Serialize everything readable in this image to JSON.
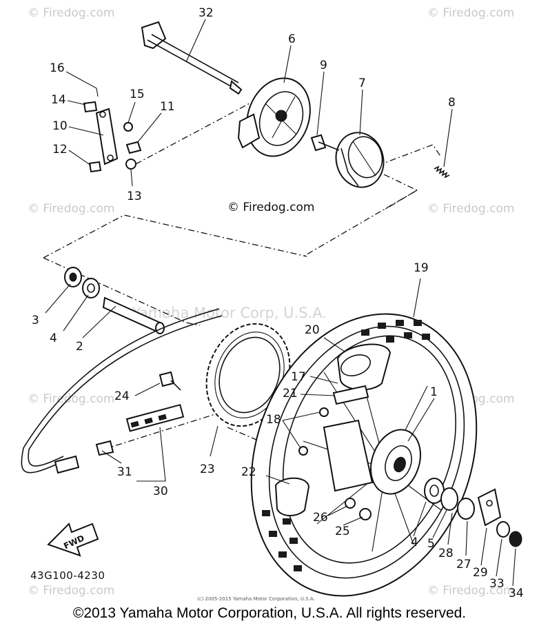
{
  "watermarks": {
    "site_corner": "© Firedog.com",
    "site_center": "© Firedog.com",
    "manufacturer": "Yamaha Motor Corp, U.S.A.",
    "small_copyright": "(c) 2005-2015 Yamaha Motor Corporation, U.S.A."
  },
  "part_code": "43G100-4230",
  "fwd_label": "FWD",
  "callouts": [
    "1",
    "2",
    "3",
    "4",
    "5",
    "6",
    "7",
    "8",
    "9",
    "10",
    "11",
    "12",
    "13",
    "14",
    "15",
    "16",
    "17",
    "18",
    "19",
    "20",
    "21",
    "22",
    "23",
    "24",
    "25",
    "26",
    "27",
    "28",
    "29",
    "30",
    "31",
    "32",
    "33",
    "34"
  ],
  "footer": "©2013 Yamaha Motor Corporation, U.S.A. All rights reserved."
}
